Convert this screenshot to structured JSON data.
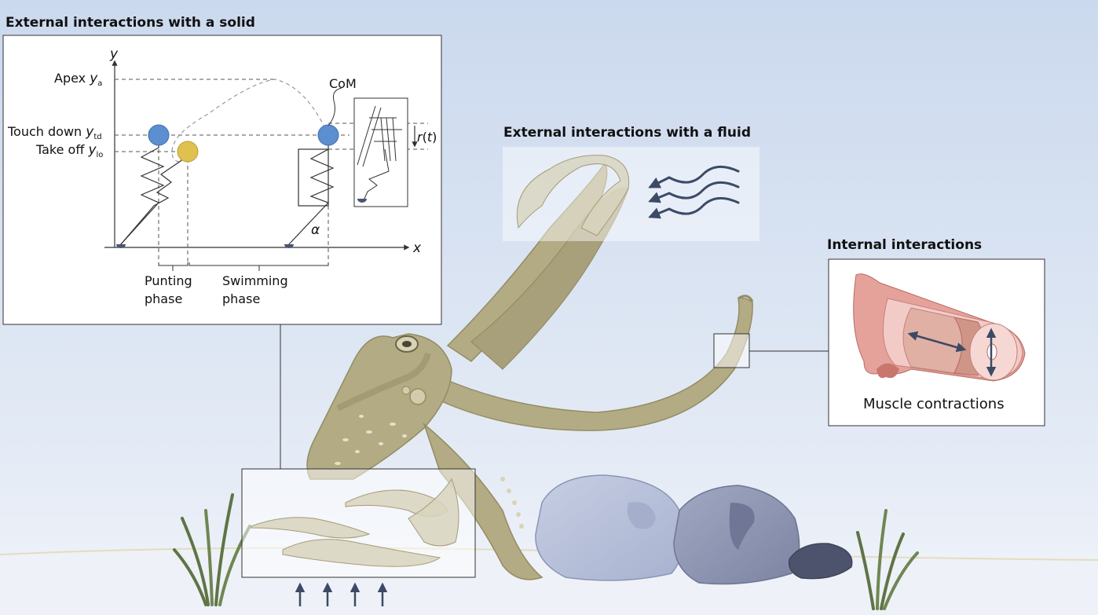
{
  "headings": {
    "solid": "External interactions with a solid",
    "fluid": "External interactions with a fluid",
    "internal": "Internal interactions"
  },
  "solid_panel": {
    "axis_x": "x",
    "axis_y": "y",
    "apex": {
      "text": "Apex",
      "var": "y",
      "sub": "a"
    },
    "touch_down": {
      "text": "Touch down",
      "var": "y",
      "sub": "td"
    },
    "take_off": {
      "text": "Take off",
      "var": "y",
      "sub": "lo"
    },
    "com": "CoM",
    "r_of_t": {
      "var": "r",
      "open": "(",
      "arg": "t",
      "close": ")"
    },
    "alpha": "α",
    "punting_phase": [
      "Punting",
      "phase"
    ],
    "swimming_phase": [
      "Swimming",
      "phase"
    ]
  },
  "internal_panel": {
    "caption": "Muscle contractions"
  },
  "colors": {
    "background_top": "#cfdcef",
    "background_mid": "#dfe8f4",
    "com_touchdown": "#5b8fcf",
    "com_takeoff": "#e0c14f",
    "octopus_body": "#b2ab84",
    "octopus_dark": "#948c64",
    "arrow_navy": "#3c4a66",
    "rock_light": "#b5bfd8",
    "rock_dark": "#8a91ad",
    "muscle_pink": "#e5a29b"
  },
  "icons": [
    "wave-arrows-icon",
    "upward-force-arrows-icon",
    "seagrass-icon",
    "rock-icon",
    "muscle-cylinder-icon"
  ]
}
